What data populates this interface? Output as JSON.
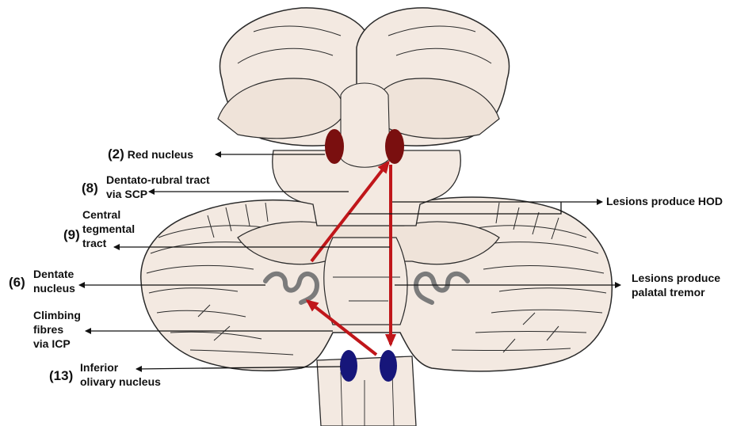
{
  "labels": {
    "red_nucleus": {
      "number": "(2)",
      "text": "Red nucleus"
    },
    "dentato_rubral": {
      "number": "(8)",
      "line1": "Dentato-rubral tract",
      "line2": "via SCP"
    },
    "central_tegmental": {
      "number": "(9)",
      "line1": "Central",
      "line2": "tegmental",
      "line3": "tract"
    },
    "dentate": {
      "number": "(6)",
      "line1": "Dentate",
      "line2": "nucleus"
    },
    "climbing_fibres": {
      "line1": "Climbing",
      "line2": "fibres",
      "line3": "via ICP"
    },
    "inferior_olivary": {
      "number": "(13)",
      "line1": "Inferior",
      "line2": "olivary nucleus"
    },
    "hod": {
      "text": "Lesions produce HOD"
    },
    "palatal_tremor": {
      "line1": "Lesions produce",
      "line2": "palatal tremor"
    }
  },
  "colors": {
    "tissue": "#f3e9e1",
    "tissue_dark": "#e8dbd0",
    "outline": "#2a2a2a",
    "red_nucleus": "#7a0f0f",
    "olivary_nucleus": "#16167a",
    "pathway_arrow": "#c0161a",
    "dentate": "#7b7b7b"
  }
}
